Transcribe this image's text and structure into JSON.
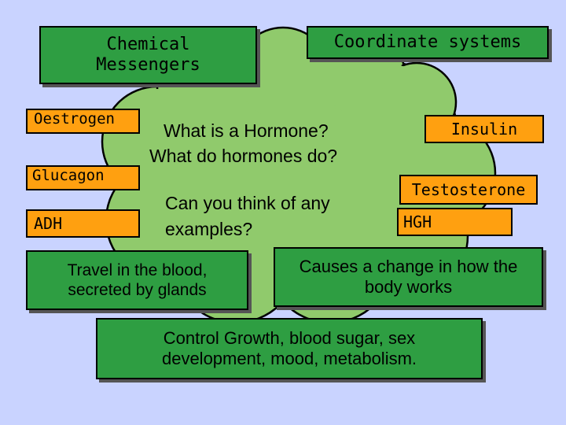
{
  "boxes": {
    "chemical_messengers": "Chemical Messengers",
    "coordinate_systems": "Coordinate systems",
    "travel_blood": "Travel in the blood, secreted by glands",
    "causes_change": "Causes a change in how the body works",
    "control_growth": "Control Growth, blood sugar, sex development, mood, metabolism."
  },
  "examples": {
    "oestrogen": "Oestrogen",
    "glucagon": "Glucagon",
    "adh": "ADH",
    "insulin": "Insulin",
    "testosterone": "Testosterone",
    "hgh": "HGH"
  },
  "questions": {
    "line1": "What is a Hormone?",
    "line2": "What do hormones do?",
    "examples_q": "Can you think of any examples?"
  },
  "colors": {
    "background": "#c9d3ff",
    "cloud": "#90ca6c",
    "green_box": "#2e9e42",
    "orange_box": "#ffa010"
  }
}
